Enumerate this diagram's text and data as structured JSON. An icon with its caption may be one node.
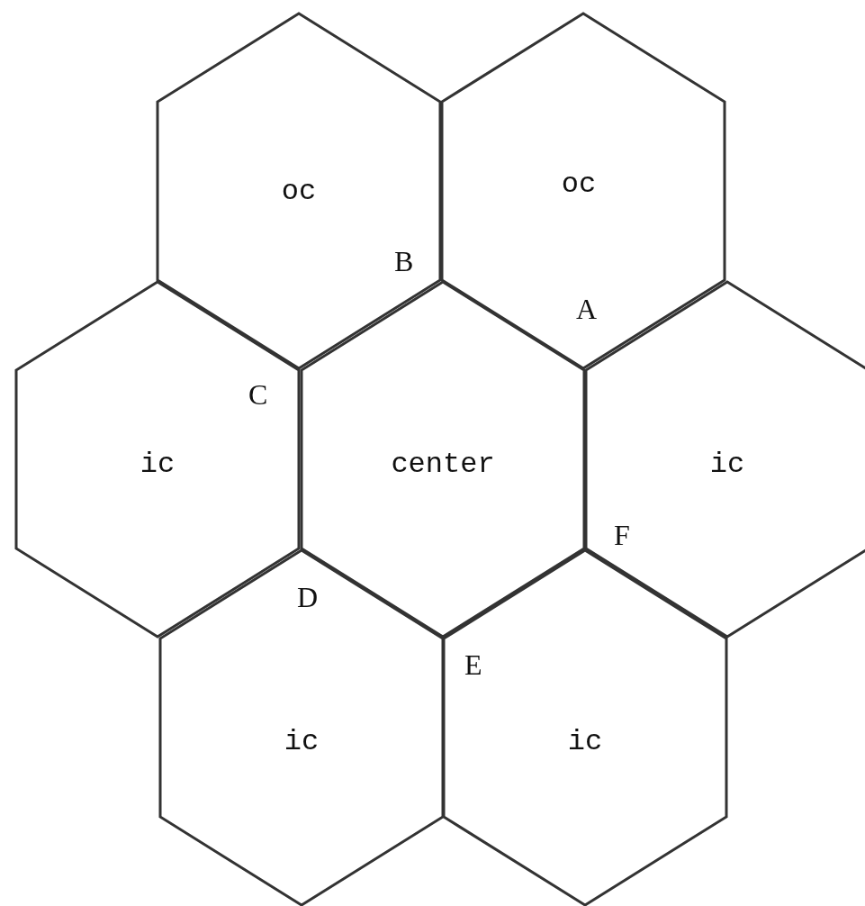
{
  "diagram": {
    "nodes": [
      {
        "text": [
          "oc"
        ]
      },
      {
        "text": [
          "oc"
        ]
      },
      {
        "text": [
          "ic"
        ]
      },
      {
        "text": [
          "center"
        ]
      },
      {
        "text": [
          "ic"
        ]
      },
      {
        "text": [
          "ic"
        ]
      },
      {
        "text": [
          "ic"
        ]
      }
    ],
    "labels": [
      "B",
      "A",
      "C",
      "F",
      "D",
      "E"
    ]
  }
}
